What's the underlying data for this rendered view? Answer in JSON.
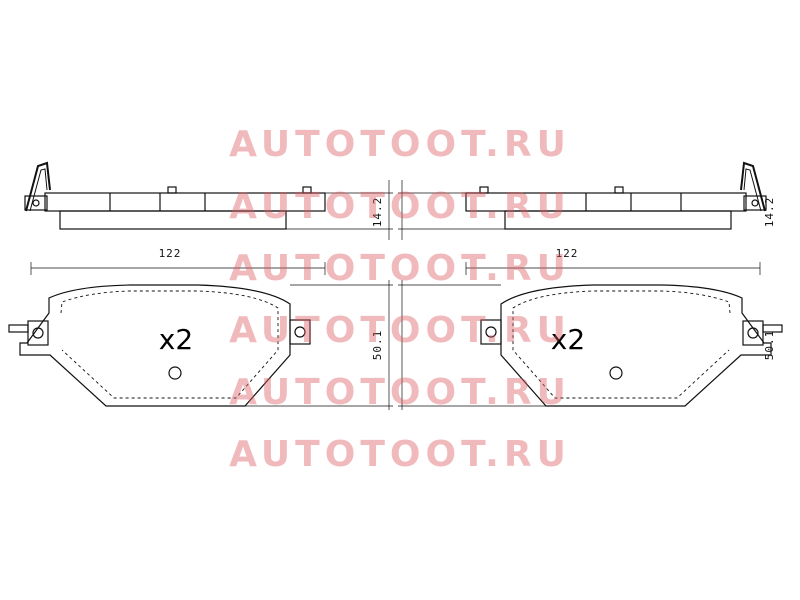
{
  "watermark": {
    "text": "AUTOTOOT.RU",
    "color": "#db5a5f"
  },
  "views": [
    {
      "side": "left",
      "dims": {
        "thickness": "14.2",
        "width": "122",
        "height": "50.1"
      },
      "quantity": "x2"
    },
    {
      "side": "right",
      "dims": {
        "thickness": "14.2",
        "width": "122",
        "height": "50.1"
      },
      "quantity": "x2"
    }
  ]
}
